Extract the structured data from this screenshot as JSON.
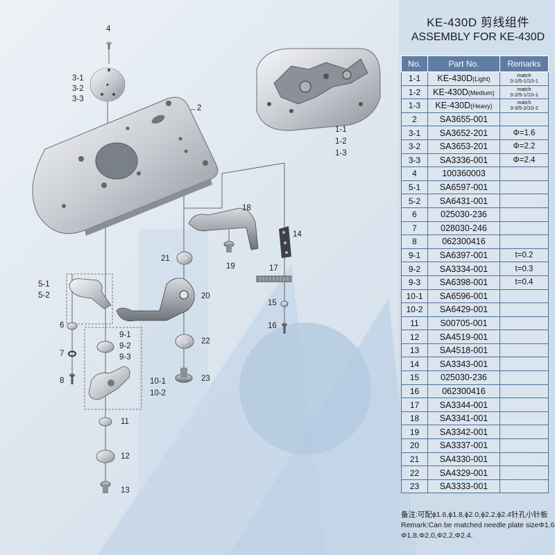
{
  "title_cn": "KE-430D 剪线组件",
  "title_en": "ASSEMBLY FOR KE-430D",
  "table_headers": [
    "No.",
    "Part No.",
    "Remarks"
  ],
  "table_rows": [
    {
      "no": "1-1",
      "part": "KE-430D",
      "suffix": "(Light)",
      "remark_top": "match",
      "remark_bottom": "3-1/5-1/10-1"
    },
    {
      "no": "1-2",
      "part": "KE-430D",
      "suffix": "(Medium)",
      "remark_top": "match",
      "remark_bottom": "3-2/5-1/10-1"
    },
    {
      "no": "1-3",
      "part": "KE-430D",
      "suffix": "(Heavy)",
      "remark_top": "match",
      "remark_bottom": "3-3/5-2/10-2"
    },
    {
      "no": "2",
      "part": "SA3655-001",
      "remark": ""
    },
    {
      "no": "3-1",
      "part": "SA3652-201",
      "remark": "Φ=1.6"
    },
    {
      "no": "3-2",
      "part": "SA3653-201",
      "remark": "Φ=2.2"
    },
    {
      "no": "3-3",
      "part": "SA3336-001",
      "remark": "Φ=2.4"
    },
    {
      "no": "4",
      "part": "100360003",
      "remark": ""
    },
    {
      "no": "5-1",
      "part": "SA6597-001",
      "remark": ""
    },
    {
      "no": "5-2",
      "part": "SA6431-001",
      "remark": ""
    },
    {
      "no": "6",
      "part": "025030-236",
      "remark": ""
    },
    {
      "no": "7",
      "part": "028030-246",
      "remark": ""
    },
    {
      "no": "8",
      "part": "062300416",
      "remark": ""
    },
    {
      "no": "9-1",
      "part": "SA6397-001",
      "remark": "t=0.2"
    },
    {
      "no": "9-2",
      "part": "SA3334-001",
      "remark": "t=0.3"
    },
    {
      "no": "9-3",
      "part": "SA6398-001",
      "remark": "t=0.4"
    },
    {
      "no": "10-1",
      "part": "SA6596-001",
      "remark": ""
    },
    {
      "no": "10-2",
      "part": "SA6429-001",
      "remark": ""
    },
    {
      "no": "11",
      "part": "S00705-001",
      "remark": ""
    },
    {
      "no": "12",
      "part": "SA4519-001",
      "remark": ""
    },
    {
      "no": "13",
      "part": "SA4518-001",
      "remark": ""
    },
    {
      "no": "14",
      "part": "SA3343-001",
      "remark": ""
    },
    {
      "no": "15",
      "part": "025030-236",
      "remark": ""
    },
    {
      "no": "16",
      "part": "062300416",
      "remark": ""
    },
    {
      "no": "17",
      "part": "SA3344-001",
      "remark": ""
    },
    {
      "no": "18",
      "part": "SA3341-001",
      "remark": ""
    },
    {
      "no": "19",
      "part": "SA3342-001",
      "remark": ""
    },
    {
      "no": "20",
      "part": "SA3337-001",
      "remark": ""
    },
    {
      "no": "21",
      "part": "SA4330-001",
      "remark": ""
    },
    {
      "no": "22",
      "part": "SA4329-001",
      "remark": ""
    },
    {
      "no": "23",
      "part": "SA3333-001",
      "remark": ""
    }
  ],
  "notes": {
    "line1": "备注:可配ϕ1.6,ϕ1.8,ϕ2.0,ϕ2.2,ϕ2.4针孔小针板",
    "line2": "Remark:Can be matched needle plate sizeΦ1.6,",
    "line3": "Φ1.8,Φ2.0,Φ2.2,Φ2.4."
  },
  "diagram_labels": {
    "l4": "4",
    "l31": "3-1",
    "l32": "3-2",
    "l33": "3-3",
    "l2": "2",
    "l11": "1-1",
    "l12": "1-2",
    "l13": "1-3",
    "l18": "18",
    "l14": "14",
    "l21": "21",
    "l19": "19",
    "l17": "17",
    "l20": "20",
    "l15": "15",
    "l16": "16",
    "l51": "5-1",
    "l52": "5-2",
    "l6": "6",
    "l7": "7",
    "l8": "8",
    "l91": "9-1",
    "l92": "9-2",
    "l93": "9-3",
    "l101": "10-1",
    "l102": "10-2",
    "l22": "22",
    "l23": "23",
    "l11b": "11",
    "l12b": "12",
    "l13b": "13"
  },
  "colors": {
    "header_bg": "#5f7da3",
    "grid_line": "#4d6f99",
    "background_light": "#eef2f7",
    "background_blue": "#b8cde3"
  }
}
